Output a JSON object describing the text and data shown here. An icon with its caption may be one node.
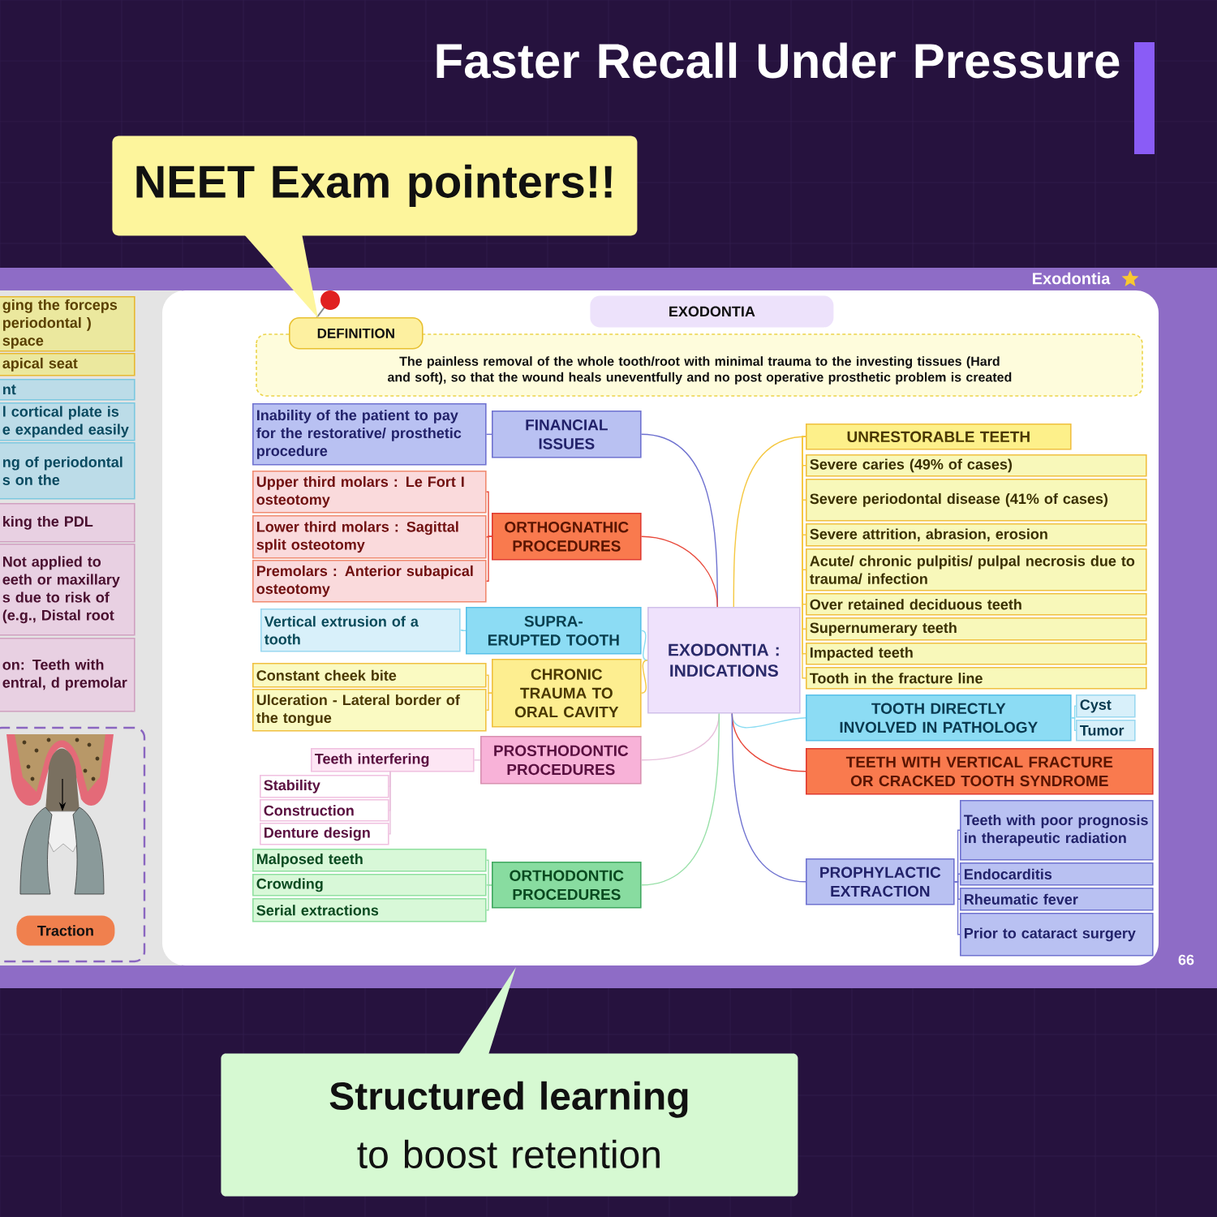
{
  "diagram": {
    "title": "Faster Recall Under Pressure",
    "nodes": [
      {
        "text": [
          "NEET Exam pointers!!"
        ]
      },
      {
        "text": [
          "ging the forceps periodontal ) space"
        ]
      },
      {
        "text": [
          "apical seat"
        ]
      },
      {
        "text": [
          "nt"
        ]
      },
      {
        "text": [
          "l cortical plate is e expanded easily"
        ]
      },
      {
        "text": [
          "ng of periodontal s on the"
        ]
      },
      {
        "text": [
          "king the PDL"
        ]
      },
      {
        "text": [
          "Not applied to eeth or maxillary s due to risk of (e.g., Distal root"
        ]
      },
      {
        "text": [
          "on: Teeth with entral, d premolar"
        ]
      },
      {
        "text": [
          "Traction"
        ]
      },
      {
        "text": [
          "EXODONTIA"
        ]
      },
      {
        "text": [
          "DEFINITION",
          "The painless removal of the whole tooth/root with minimal trauma to the investing tissues (Hard and soft), so that the wound heals uneventfully and no post operative prosthetic problem is created"
        ]
      },
      {
        "text": [
          "Inability of the patient to pay for the restorative/ prosthetic procedure"
        ]
      },
      {
        "text": [
          "FINANCIAL ISSUES"
        ]
      },
      {
        "text": [
          "Upper third molars : Le Fort I osteotomy"
        ]
      },
      {
        "text": [
          "Lower third molars : Sagittal split osteotomy"
        ]
      },
      {
        "text": [
          "Premolars : Anterior subapical osteotomy"
        ]
      },
      {
        "text": [
          "ORTHOGNATHIC PROCEDURES"
        ]
      },
      {
        "text": [
          "Vertical extrusion of a tooth"
        ]
      },
      {
        "text": [
          "SUPRA-ERUPTED TOOTH"
        ]
      },
      {
        "text": [
          "Constant cheek bite"
        ]
      },
      {
        "text": [
          "Ulceration - Lateral border of the tongue"
        ]
      },
      {
        "text": [
          "CHRONIC TRAUMA TO ORAL CAVITY"
        ]
      },
      {
        "text": [
          "Teeth interfering"
        ]
      },
      {
        "text": [
          "PROSTHODONTIC PROCEDURES"
        ]
      },
      {
        "text": [
          "Stability"
        ]
      },
      {
        "text": [
          "Construction"
        ]
      },
      {
        "text": [
          "Denture design"
        ]
      },
      {
        "text": [
          "Malposed teeth"
        ]
      },
      {
        "text": [
          "Crowding"
        ]
      },
      {
        "text": [
          "Serial extractions"
        ]
      },
      {
        "text": [
          "ORTHODONTIC PROCEDURES"
        ]
      },
      {
        "text": [
          "EXODONTIA : INDICATIONS"
        ]
      },
      {
        "text": [
          "UNRESTORABLE TEETH"
        ]
      },
      {
        "text": [
          "Severe caries (49% of cases)"
        ]
      },
      {
        "text": [
          "Severe periodontal disease (41% of cases)"
        ]
      },
      {
        "text": [
          "Severe attrition, abrasion, erosion"
        ]
      },
      {
        "text": [
          "Acute/ chronic pulpitis/ pulpal necrosis due to trauma/ infection"
        ]
      },
      {
        "text": [
          "Over retained deciduous teeth"
        ]
      },
      {
        "text": [
          "Supernumerary teeth"
        ]
      },
      {
        "text": [
          "Impacted teeth"
        ]
      },
      {
        "text": [
          "Tooth in the fracture line"
        ]
      },
      {
        "text": [
          "TOOTH DIRECTLY INVOLVED IN PATHOLOGY"
        ]
      },
      {
        "text": [
          "Cyst"
        ]
      },
      {
        "text": [
          "Tumor"
        ]
      },
      {
        "text": [
          "TEETH WITH VERTICAL FRACTURE OR CRACKED TOOTH SYNDROME"
        ]
      },
      {
        "text": [
          "PROPHYLACTIC EXTRACTION"
        ]
      },
      {
        "text": [
          "Teeth with poor prognosis in therapeutic radiation"
        ]
      },
      {
        "text": [
          "Endocarditis"
        ]
      },
      {
        "text": [
          "Rheumatic fever"
        ]
      },
      {
        "text": [
          "Prior to cataract surgery"
        ]
      },
      {
        "text": [
          "**Structured learning** to boost retention"
        ]
      }
    ],
    "edges": [
      {
        "from": 32,
        "to": 13,
        "arrow": "none",
        "color": "#6f72d0"
      },
      {
        "from": 32,
        "to": 17,
        "arrow": "none",
        "color": "#e8483a"
      },
      {
        "from": 32,
        "to": 19,
        "arrow": "none",
        "color": "#8adcf2"
      },
      {
        "from": 32,
        "to": 22,
        "arrow": "none",
        "color": "#f5c842"
      },
      {
        "from": 32,
        "to": 24,
        "arrow": "none",
        "color": "#e8c0dc"
      },
      {
        "from": 32,
        "to": 31,
        "arrow": "none",
        "color": "#98e0a8"
      },
      {
        "from": 32,
        "to": 33,
        "arrow": "none",
        "color": "#f5c842"
      },
      {
        "from": 32,
        "to": 42,
        "arrow": "none",
        "color": "#8adcf2"
      },
      {
        "from": 32,
        "to": 45,
        "arrow": "none",
        "color": "#e8483a"
      },
      {
        "from": 32,
        "to": 46,
        "arrow": "none",
        "color": "#6f72d0"
      },
      {
        "from": 13,
        "to": 12,
        "arrow": "none",
        "color": "#6f72d0"
      },
      {
        "from": 17,
        "to": 14,
        "arrow": "none",
        "color": "#e8483a"
      },
      {
        "from": 17,
        "to": 15,
        "arrow": "none",
        "color": "#e8483a"
      },
      {
        "from": 17,
        "to": 16,
        "arrow": "none",
        "color": "#e8483a"
      },
      {
        "from": 19,
        "to": 18,
        "arrow": "none",
        "color": "#8adcf2"
      },
      {
        "from": 22,
        "to": 20,
        "arrow": "none",
        "color": "#f5c842"
      },
      {
        "from": 22,
        "to": 21,
        "arrow": "none",
        "color": "#f5c842"
      },
      {
        "from": 24,
        "to": 23,
        "arrow": "none",
        "color": "#e8c0dc"
      },
      {
        "from": 23,
        "to": 25,
        "arrow": "none",
        "color": "#e8c0dc"
      },
      {
        "from": 23,
        "to": 26,
        "arrow": "none",
        "color": "#e8c0dc"
      },
      {
        "from": 23,
        "to": 27,
        "arrow": "none",
        "color": "#e8c0dc"
      },
      {
        "from": 31,
        "to": 28,
        "arrow": "none",
        "color": "#98e0a8"
      },
      {
        "from": 31,
        "to": 29,
        "arrow": "none",
        "color": "#98e0a8"
      },
      {
        "from": 31,
        "to": 30,
        "arrow": "none",
        "color": "#98e0a8"
      },
      {
        "from": 33,
        "to": 34,
        "arrow": "none",
        "color": "#f5c842"
      },
      {
        "from": 33,
        "to": 35,
        "arrow": "none",
        "color": "#f5c842"
      },
      {
        "from": 33,
        "to": 36,
        "arrow": "none",
        "color": "#f5c842"
      },
      {
        "from": 33,
        "to": 37,
        "arrow": "none",
        "color": "#f5c842"
      },
      {
        "from": 33,
        "to": 38,
        "arrow": "none",
        "color": "#f5c842"
      },
      {
        "from": 33,
        "to": 39,
        "arrow": "none",
        "color": "#f5c842"
      },
      {
        "from": 33,
        "to": 40,
        "arrow": "none",
        "color": "#f5c842"
      },
      {
        "from": 33,
        "to": 41,
        "arrow": "none",
        "color": "#f5c842"
      },
      {
        "from": 42,
        "to": 43,
        "arrow": "none",
        "color": "#8adcf2"
      },
      {
        "from": 42,
        "to": 44,
        "arrow": "none",
        "color": "#8adcf2"
      },
      {
        "from": 46,
        "to": 47,
        "arrow": "none",
        "color": "#6f72d0"
      },
      {
        "from": 46,
        "to": 48,
        "arrow": "none",
        "color": "#6f72d0"
      },
      {
        "from": 46,
        "to": 49,
        "arrow": "none",
        "color": "#6f72d0"
      },
      {
        "from": 46,
        "to": 50,
        "arrow": "none",
        "color": "#6f72d0"
      }
    ],
    "labels": [
      "Exodontia",
      "66"
    ]
  }
}
